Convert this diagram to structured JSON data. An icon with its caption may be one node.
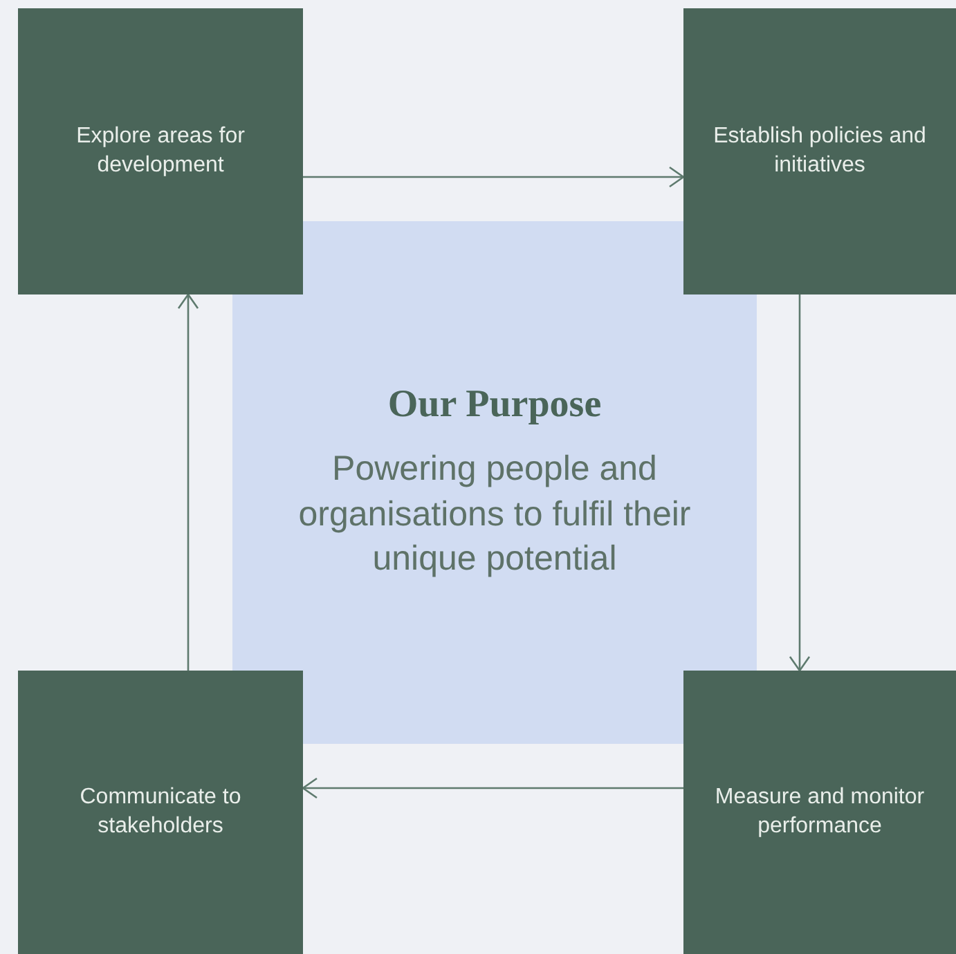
{
  "diagram": {
    "nodes": [
      {
        "text": [
          "Explore areas for development"
        ]
      },
      {
        "text": [
          "Establish policies and initiatives"
        ]
      },
      {
        "text": [
          "Our Purpose",
          "Powering people and organisations to fulfil their unique potential"
        ]
      },
      {
        "text": [
          "Communicate to stakeholders"
        ]
      },
      {
        "text": [
          "Measure and monitor performance"
        ]
      }
    ],
    "edges": [
      {
        "from": 0,
        "to": 1,
        "arrow": "to"
      },
      {
        "from": 1,
        "to": 4,
        "arrow": "to"
      },
      {
        "from": 4,
        "to": 3,
        "arrow": "to"
      },
      {
        "from": 3,
        "to": 0,
        "arrow": "to"
      }
    ]
  }
}
